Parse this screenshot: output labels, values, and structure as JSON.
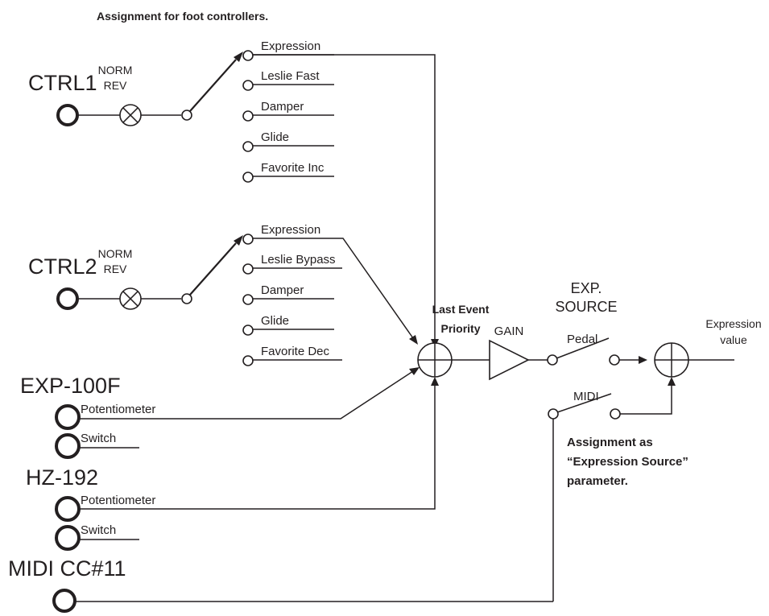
{
  "header": {
    "title": "Assignment for foot controllers."
  },
  "ctrl1": {
    "label": "CTRL1",
    "polarity": [
      "NORM",
      "REV"
    ],
    "options": [
      "Expression",
      "Leslie Fast",
      "Damper",
      "Glide",
      "Favorite Inc"
    ]
  },
  "ctrl2": {
    "label": "CTRL2",
    "polarity": [
      "NORM",
      "REV"
    ],
    "options": [
      "Expression",
      "Leslie Bypass",
      "Damper",
      "Glide",
      "Favorite Dec"
    ]
  },
  "exp100f": {
    "label": "EXP-100F",
    "pot_label": "Potentiometer",
    "switch_label": "Switch"
  },
  "hz192": {
    "label": "HZ-192",
    "pot_label": "Potentiometer",
    "switch_label": "Switch"
  },
  "midi": {
    "label": "MIDI CC#11"
  },
  "mixer": {
    "title": [
      "Last Event",
      "Priority"
    ]
  },
  "gain": {
    "label": "GAIN"
  },
  "exp_source": {
    "title": [
      "EXP.",
      "SOURCE"
    ],
    "pedal_label": "Pedal",
    "midi_label": "MIDI",
    "note": [
      "Assignment as",
      "“Expression Source”",
      "parameter."
    ]
  },
  "output": {
    "label": [
      "Expression",
      "value"
    ]
  }
}
